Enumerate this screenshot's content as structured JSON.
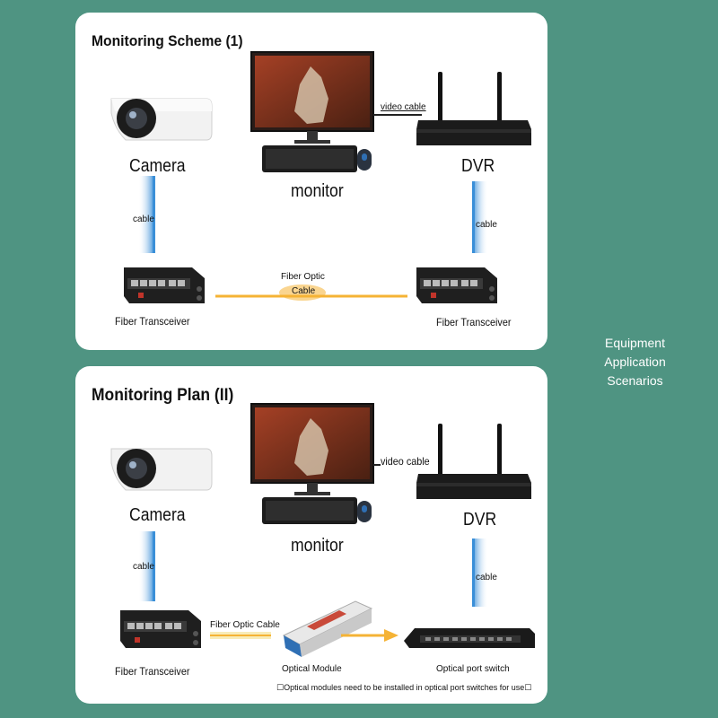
{
  "side_caption": [
    "Equipment",
    "Application",
    "Scenarios"
  ],
  "scheme1": {
    "title": "Monitoring Scheme (1)",
    "camera": "Camera",
    "monitor": "monitor",
    "dvr": "DVR",
    "video_cable": "video cable",
    "cable_left": "cable",
    "cable_right": "cable",
    "fiber_line1": "Fiber Optic",
    "fiber_line2": "Cable",
    "transceiver_left": "Fiber Transceiver",
    "transceiver_right": "Fiber Transceiver"
  },
  "scheme2": {
    "title": "Monitoring Plan (II)",
    "camera": "Camera",
    "monitor": "monitor",
    "dvr": "DVR",
    "video_cable": "video cable",
    "cable_left": "cable",
    "cable_right": "cable",
    "fiber_cable": "Fiber Optic Cable",
    "transceiver": "Fiber Transceiver",
    "optical_module": "Optical Module",
    "optical_switch": "Optical port switch",
    "footnote": "☐Optical modules need to be installed in optical port switches for use☐"
  },
  "colors": {
    "background": "#4f9482",
    "fiber": "#f5b335",
    "cable": "#3a8fd8"
  }
}
